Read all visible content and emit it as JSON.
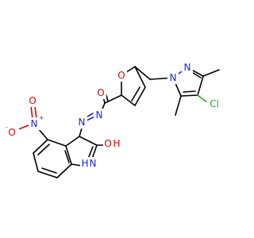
{
  "colors": {
    "carbon": "#000000",
    "nitrogen": "#1e22e6",
    "oxygen": "#e40000",
    "chlorine": "#1faa1f",
    "background": "#ffffff"
  },
  "atoms": {
    "cl": "Cl",
    "n_pyrazole_1": "N",
    "n_pyrazole_2": "N",
    "o_furan": "O",
    "o_amide": "O",
    "n_azo_1": "N",
    "n_azo_2": "N",
    "n_nitro": "N",
    "n_nitro_charge": "+",
    "o_nitro_top": "O",
    "o_nitro_left": "O",
    "o_nitro_charge": "-",
    "nh_indole": "H",
    "n_indole": "N",
    "oh_oxygen": "O",
    "oh_hydrogen": "H"
  }
}
